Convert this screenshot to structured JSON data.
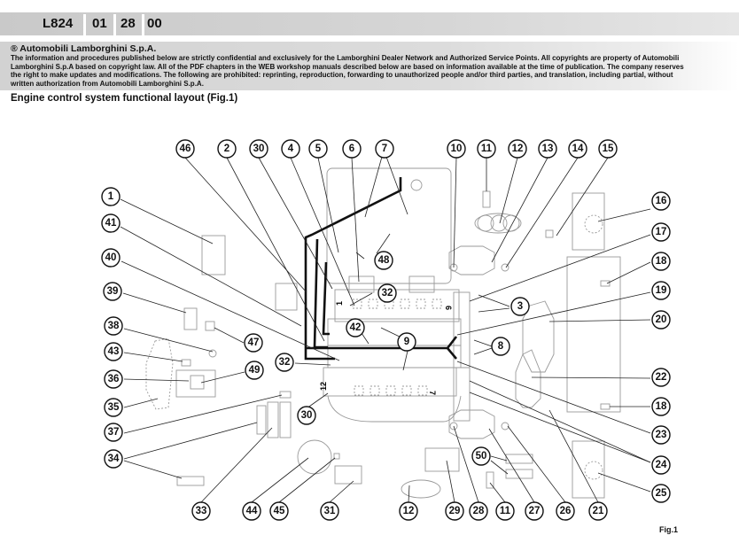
{
  "header": {
    "codes": [
      "L824",
      "01",
      "28",
      "00"
    ]
  },
  "notice": {
    "title": "® Automobili Lamborghini S.p.A.",
    "body": "The information and procedures published below are strictly confidential and exclusively for the Lamborghini Dealer Network and Authorized Service Points. All copyrights are property of Automobili Lamborghini S.p.A based on copyright law. All of the PDF chapters in the WEB workshop manuals described below are based on information available at the time of publication. The company reserves the right to make updates and modifications. The following are prohibited: reprinting, reproduction, forwarding to unauthorized people and/or third parties, and translation, including partial, without written authorization from Automobili Lamborghini S.p.A."
  },
  "section_title": "Engine control system functional layout  (Fig.1)",
  "figure": {
    "caption": "Fig.1",
    "engine_labels": {
      "bank_top_start": "1",
      "bank_top_end": "6",
      "bank_bottom_start": "12",
      "bank_bottom_end": "7"
    },
    "callouts": [
      {
        "id": "46",
        "label": "46"
      },
      {
        "id": "2",
        "label": "2"
      },
      {
        "id": "30a",
        "label": "30"
      },
      {
        "id": "4",
        "label": "4"
      },
      {
        "id": "5",
        "label": "5"
      },
      {
        "id": "6",
        "label": "6"
      },
      {
        "id": "7",
        "label": "7"
      },
      {
        "id": "10",
        "label": "10"
      },
      {
        "id": "11a",
        "label": "11"
      },
      {
        "id": "12a",
        "label": "12"
      },
      {
        "id": "13",
        "label": "13"
      },
      {
        "id": "14",
        "label": "14"
      },
      {
        "id": "15",
        "label": "15"
      },
      {
        "id": "1",
        "label": "1"
      },
      {
        "id": "41",
        "label": "41"
      },
      {
        "id": "40",
        "label": "40"
      },
      {
        "id": "39",
        "label": "39"
      },
      {
        "id": "38",
        "label": "38"
      },
      {
        "id": "43",
        "label": "43"
      },
      {
        "id": "36",
        "label": "36"
      },
      {
        "id": "35",
        "label": "35"
      },
      {
        "id": "37",
        "label": "37"
      },
      {
        "id": "34",
        "label": "34"
      },
      {
        "id": "47",
        "label": "47"
      },
      {
        "id": "49",
        "label": "49"
      },
      {
        "id": "32a",
        "label": "32"
      },
      {
        "id": "32b",
        "label": "32"
      },
      {
        "id": "48",
        "label": "48"
      },
      {
        "id": "42",
        "label": "42"
      },
      {
        "id": "9",
        "label": "9"
      },
      {
        "id": "30b",
        "label": "30"
      },
      {
        "id": "3",
        "label": "3"
      },
      {
        "id": "8",
        "label": "8"
      },
      {
        "id": "16",
        "label": "16"
      },
      {
        "id": "17",
        "label": "17"
      },
      {
        "id": "18a",
        "label": "18"
      },
      {
        "id": "19",
        "label": "19"
      },
      {
        "id": "20",
        "label": "20"
      },
      {
        "id": "22",
        "label": "22"
      },
      {
        "id": "18b",
        "label": "18"
      },
      {
        "id": "23",
        "label": "23"
      },
      {
        "id": "24",
        "label": "24"
      },
      {
        "id": "25",
        "label": "25"
      },
      {
        "id": "50",
        "label": "50"
      },
      {
        "id": "33",
        "label": "33"
      },
      {
        "id": "44",
        "label": "44"
      },
      {
        "id": "45",
        "label": "45"
      },
      {
        "id": "31",
        "label": "31"
      },
      {
        "id": "12b",
        "label": "12"
      },
      {
        "id": "29",
        "label": "29"
      },
      {
        "id": "28",
        "label": "28"
      },
      {
        "id": "11b",
        "label": "11"
      },
      {
        "id": "27",
        "label": "27"
      },
      {
        "id": "26",
        "label": "26"
      },
      {
        "id": "21",
        "label": "21"
      }
    ]
  }
}
